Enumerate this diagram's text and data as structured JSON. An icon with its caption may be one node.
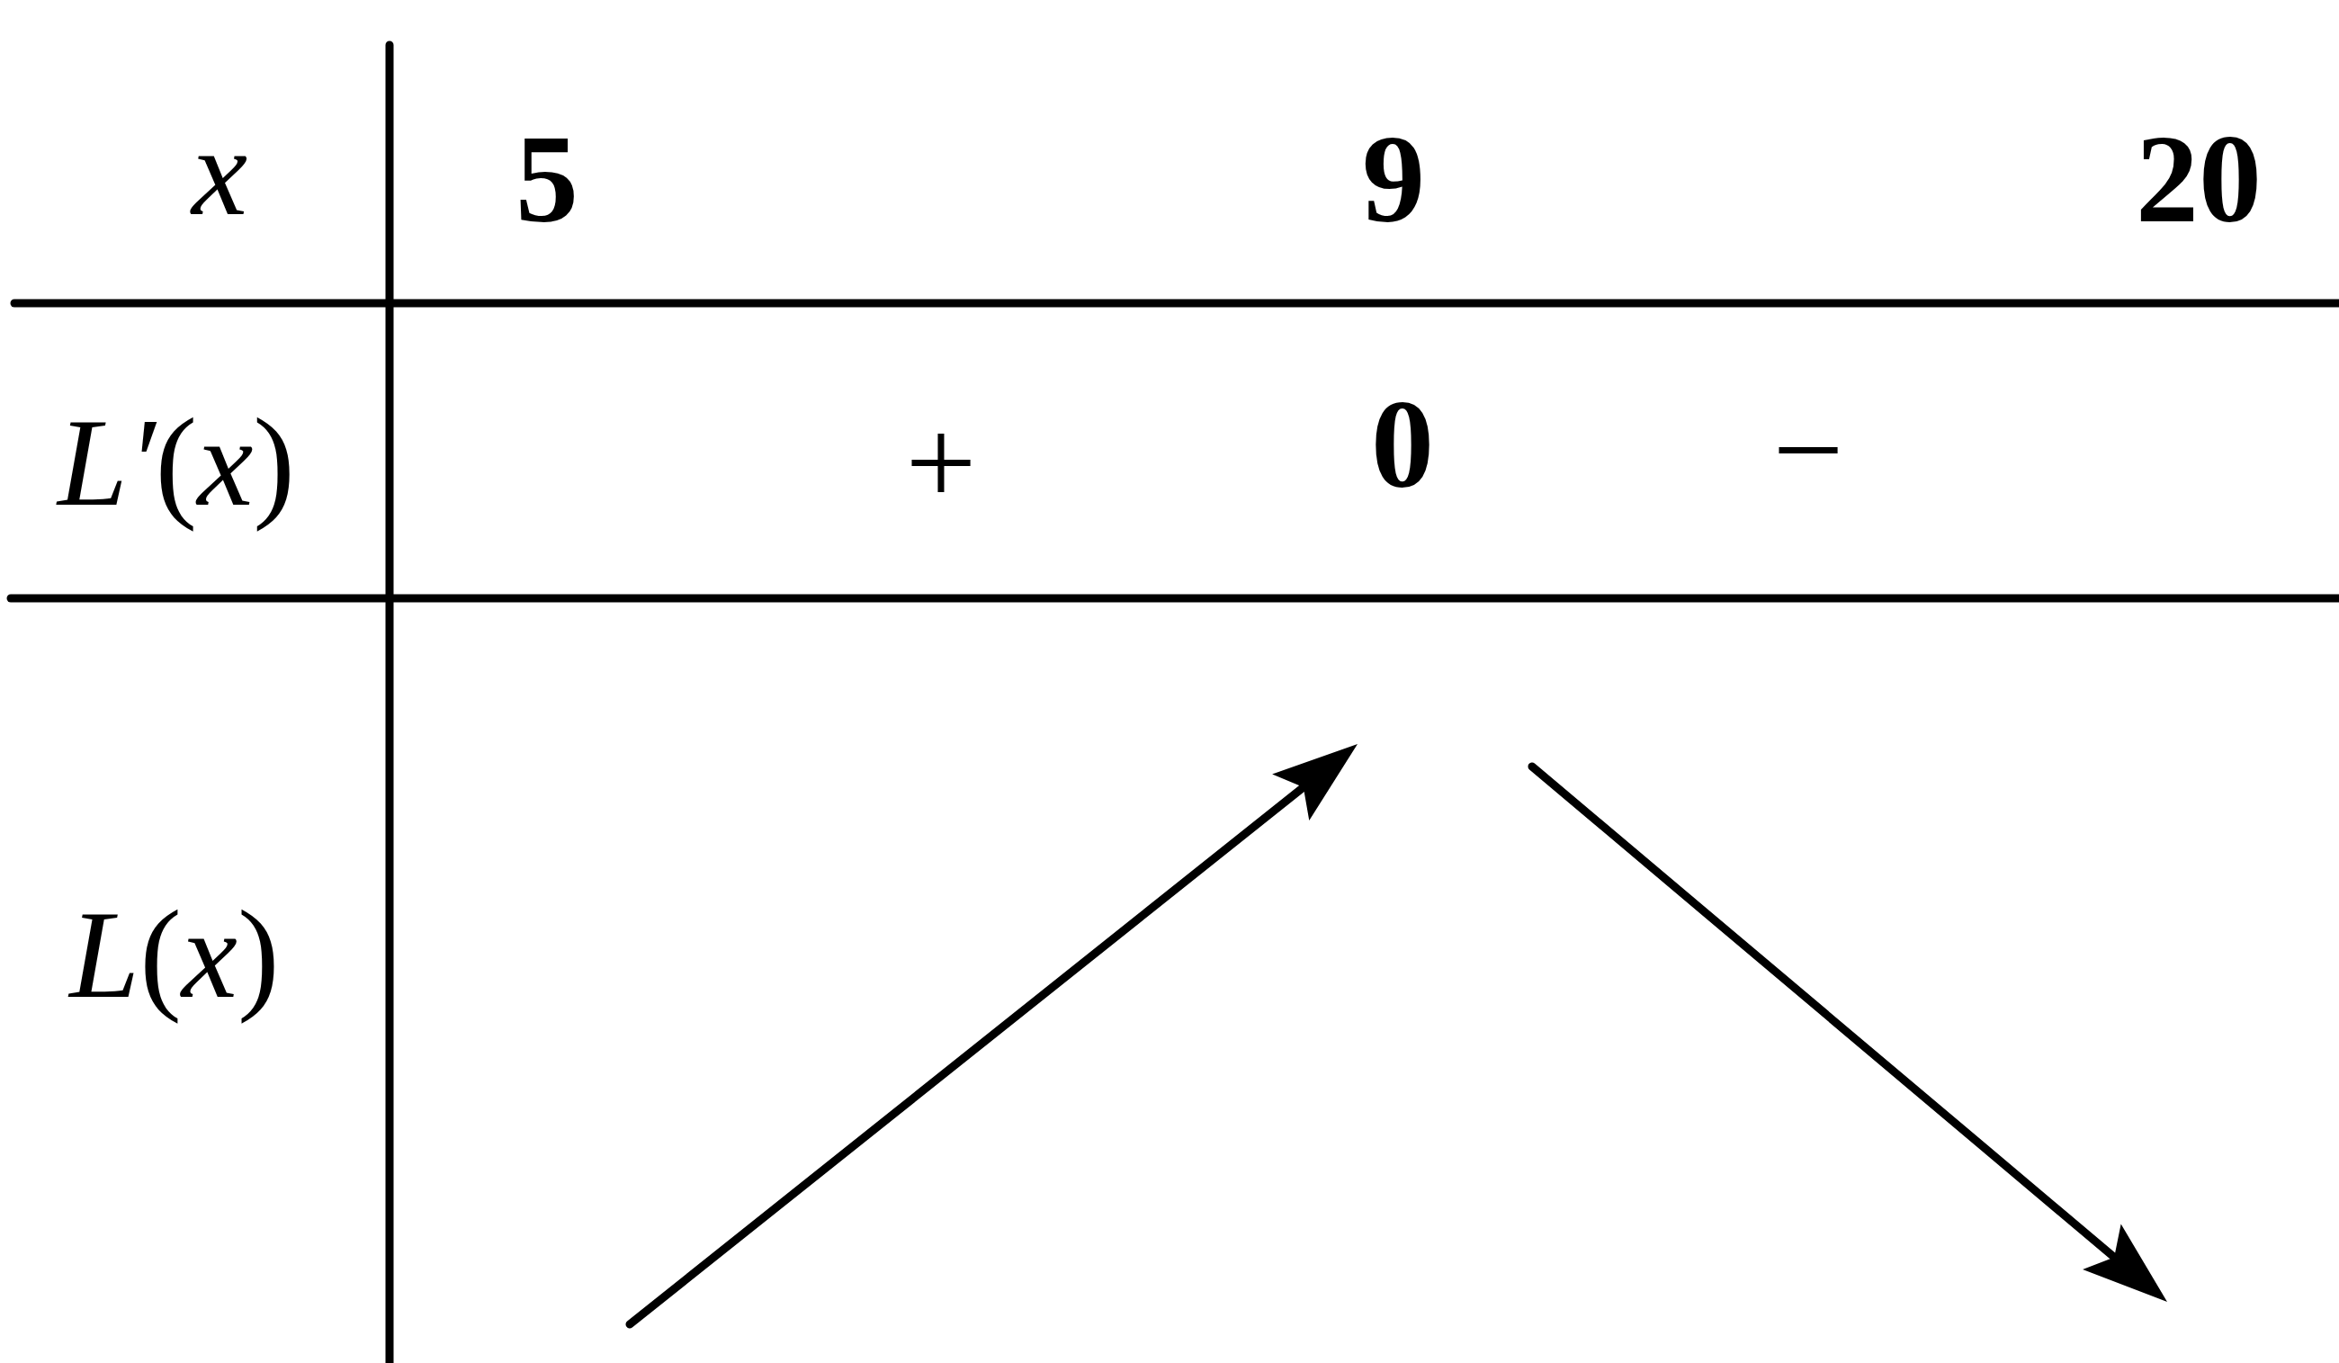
{
  "diagram": {
    "labels": [
      "x",
      "5",
      "9",
      "20",
      "*L′*(*x*)",
      "+",
      "0",
      "−",
      "*L*(*x*)"
    ]
  }
}
